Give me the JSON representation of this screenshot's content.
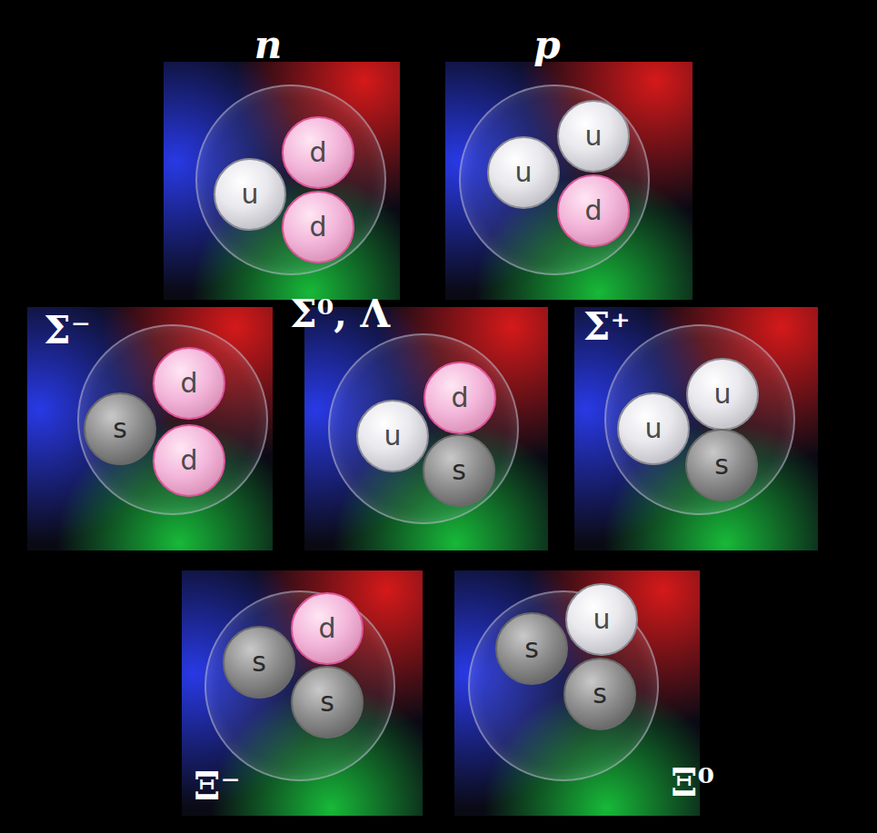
{
  "diagram": {
    "nodes": [
      {
        "text": [
          "n"
        ]
      },
      {
        "text": [
          "u"
        ],
        "in": 0
      },
      {
        "text": [
          "d"
        ],
        "in": 0
      },
      {
        "text": [
          "d"
        ],
        "in": 0
      },
      {
        "text": [
          "p"
        ]
      },
      {
        "text": [
          "u"
        ],
        "in": 4
      },
      {
        "text": [
          "u"
        ],
        "in": 4
      },
      {
        "text": [
          "d"
        ],
        "in": 4
      },
      {
        "text": [
          "Σ⁻"
        ]
      },
      {
        "text": [
          "s"
        ],
        "in": 8
      },
      {
        "text": [
          "d"
        ],
        "in": 8
      },
      {
        "text": [
          "d"
        ],
        "in": 8
      },
      {
        "text": [
          "Σ⁰, Λ"
        ]
      },
      {
        "text": [
          "u"
        ],
        "in": 12
      },
      {
        "text": [
          "d"
        ],
        "in": 12
      },
      {
        "text": [
          "s"
        ],
        "in": 12
      },
      {
        "text": [
          "Σ⁺"
        ]
      },
      {
        "text": [
          "u"
        ],
        "in": 16
      },
      {
        "text": [
          "u"
        ],
        "in": 16
      },
      {
        "text": [
          "s"
        ],
        "in": 16
      },
      {
        "text": [
          "Ξ⁻"
        ]
      },
      {
        "text": [
          "s"
        ],
        "in": 20
      },
      {
        "text": [
          "d"
        ],
        "in": 20
      },
      {
        "text": [
          "s"
        ],
        "in": 20
      },
      {
        "text": [
          "Ξ⁰"
        ]
      },
      {
        "text": [
          "s"
        ],
        "in": 24
      },
      {
        "text": [
          "u"
        ],
        "in": 24
      },
      {
        "text": [
          "s"
        ],
        "in": 24
      }
    ]
  }
}
